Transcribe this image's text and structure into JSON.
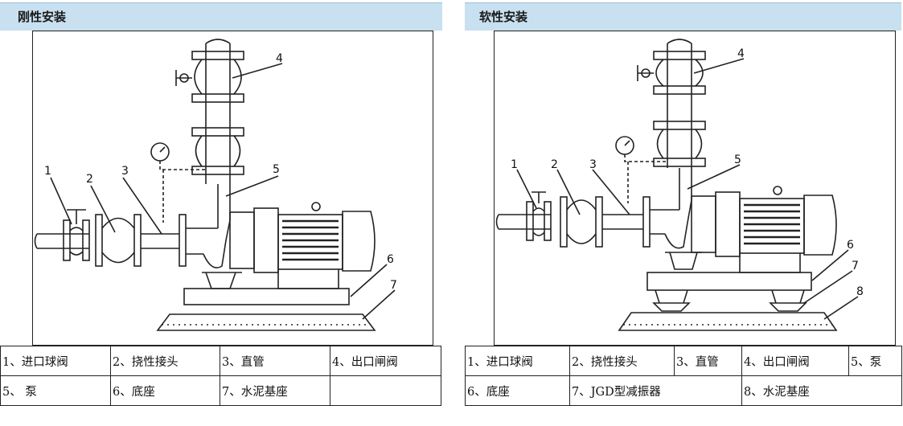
{
  "left": {
    "title": "刚性安装",
    "callouts": [
      "1",
      "2",
      "3",
      "4",
      "5",
      "6",
      "7"
    ],
    "legend_rows": [
      [
        "1、进口球阀",
        "2、挠性接头",
        "3、直管",
        "4、出口闸阀"
      ],
      [
        "5、 泵",
        "6、底座",
        "7、水泥基座",
        ""
      ]
    ]
  },
  "right": {
    "title": "软性安装",
    "callouts": [
      "1",
      "2",
      "3",
      "4",
      "5",
      "6",
      "7",
      "8"
    ],
    "legend_rows": [
      [
        "1、进口球阀",
        "2、挠性接头",
        "3、直管",
        "4、出口闸阀",
        "5、泵"
      ],
      [
        "6、底座",
        "7、JGD型减振器",
        "8、水泥基座"
      ]
    ]
  }
}
